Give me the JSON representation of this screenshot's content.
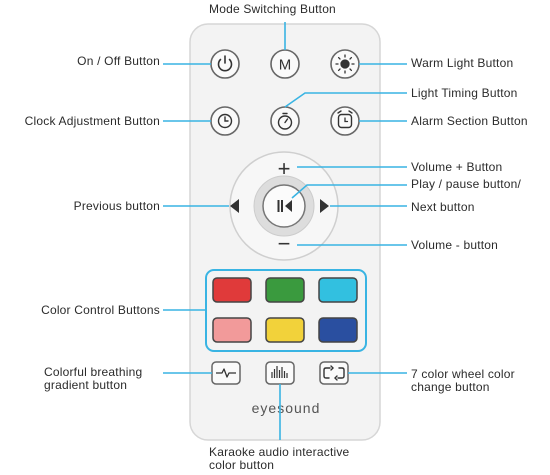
{
  "labels": {
    "mode": "Mode Switching Button",
    "onoff": "On / Off Button",
    "warm": "Warm Light Button",
    "light_timing": "Light Timing Button",
    "clock": "Clock Adjustment Button",
    "alarm": "Alarm Section Button",
    "volume_plus": "Volume + Button",
    "play_pause": "Play / pause button/",
    "previous": "Previous button",
    "next": "Next button",
    "volume_minus": "Volume - button",
    "color_control": "Color Control Buttons",
    "breathing_line1": "Colorful breathing",
    "breathing_line2": "gradient button",
    "wheel_line1": "7 color wheel color",
    "wheel_line2": "change button",
    "karaoke_line1": "Karaoke audio interactive",
    "karaoke_line2": "color button"
  },
  "remote": {
    "mode_button_text": "M",
    "volume_plus_symbol": "+",
    "volume_minus_symbol": "−",
    "brand": "eyesound"
  },
  "color_buttons": [
    {
      "name": "red",
      "color": "#e03a3a"
    },
    {
      "name": "green",
      "color": "#3a9a3e"
    },
    {
      "name": "cyan",
      "color": "#32c0e0"
    },
    {
      "name": "pink",
      "color": "#f29a9a"
    },
    {
      "name": "yellow",
      "color": "#f2d23a"
    },
    {
      "name": "blue",
      "color": "#2a4fa0"
    }
  ],
  "colors": {
    "callout_line": "#39b4e3",
    "remote_body": "#f2f2f2",
    "remote_border": "#d6d6d6",
    "button_outline": "#555555"
  },
  "icons": [
    "power-icon",
    "mode-icon",
    "sun-icon",
    "clock-icon",
    "timer-icon",
    "alarm-icon",
    "play-pause-icon",
    "previous-icon",
    "next-icon",
    "pulse-icon",
    "equalizer-icon",
    "loop-icon"
  ]
}
